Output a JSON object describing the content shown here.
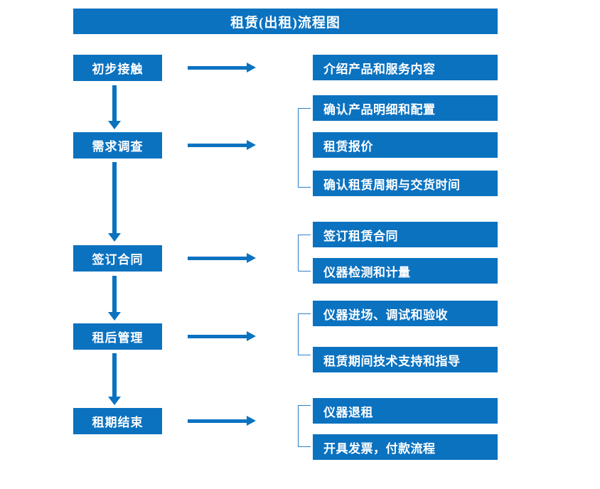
{
  "chart": {
    "title": "租赁(出租)流程图",
    "accent_color": "#0b72c0",
    "bracket_color": "#2e7fc4",
    "text_color": "#ffffff",
    "background_color": "#ffffff"
  },
  "stages": [
    {
      "label": "初步接触"
    },
    {
      "label": "需求调查"
    },
    {
      "label": "签订合同"
    },
    {
      "label": "租后管理"
    },
    {
      "label": "租期结束"
    }
  ],
  "details": [
    {
      "label": "介绍产品和服务内容"
    },
    {
      "label": "确认产品明细和配置"
    },
    {
      "label": "租赁报价"
    },
    {
      "label": "确认租赁周期与交货时间"
    },
    {
      "label": "签订租赁合同"
    },
    {
      "label": "仪器检测和计量"
    },
    {
      "label": "仪器进场、调试和验收"
    },
    {
      "label": "租赁期间技术支持和指导"
    },
    {
      "label": "仪器退租"
    },
    {
      "label": "开具发票，付款流程"
    }
  ]
}
